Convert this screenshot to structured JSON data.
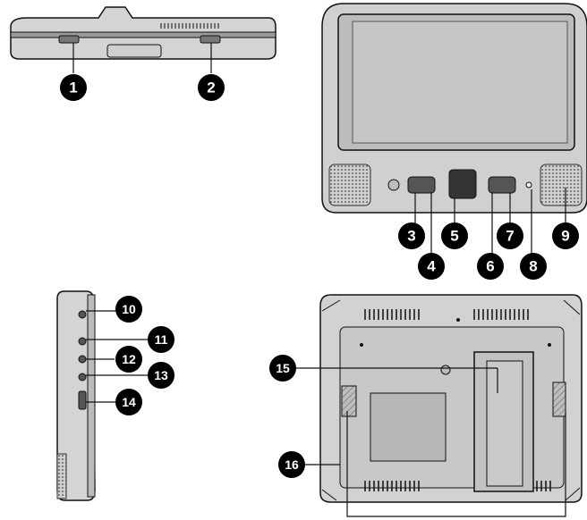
{
  "diagram": {
    "callouts": [
      {
        "num": "1"
      },
      {
        "num": "2"
      },
      {
        "num": "3"
      },
      {
        "num": "4"
      },
      {
        "num": "5"
      },
      {
        "num": "6"
      },
      {
        "num": "7"
      },
      {
        "num": "8"
      },
      {
        "num": "9"
      },
      {
        "num": "10"
      },
      {
        "num": "11"
      },
      {
        "num": "12"
      },
      {
        "num": "13"
      },
      {
        "num": "14"
      },
      {
        "num": "15"
      },
      {
        "num": "16"
      }
    ],
    "colors": {
      "outline": "#111111",
      "body_gray": "#d4d4d4",
      "screen_gray": "#bfbfbf",
      "dark_gray": "#8c8c8c",
      "callout_fill": "#000000"
    }
  }
}
